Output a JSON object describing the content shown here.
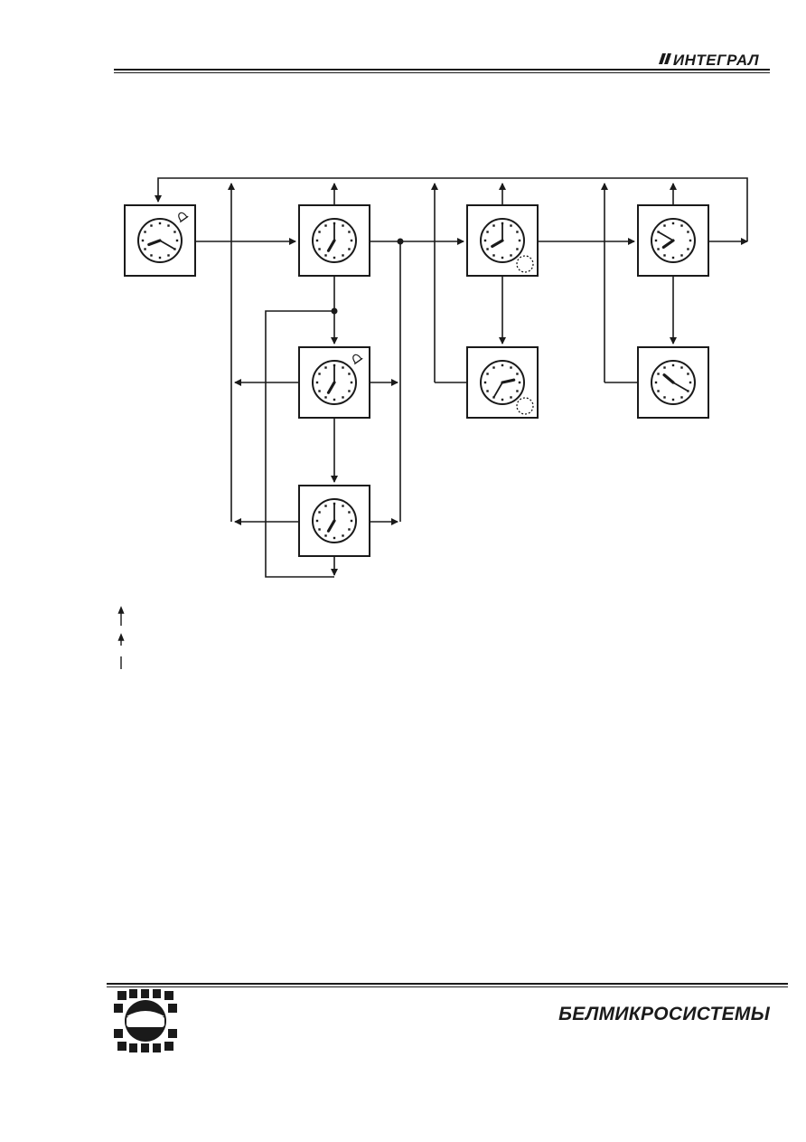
{
  "header": {
    "brand": "ИНТЕГРАЛ"
  },
  "footer": {
    "brand": "БЕЛМИКРОСИСТЕМЫ"
  },
  "colors": {
    "ink": "#1a1a1a",
    "background": "#ffffff"
  },
  "diagram": {
    "states": [
      {
        "id": "s1",
        "hour": 8,
        "minute": 20,
        "indicator": "bell-icon"
      },
      {
        "id": "s2",
        "hour": 7,
        "minute": 0,
        "indicator": ""
      },
      {
        "id": "s3",
        "hour": 8,
        "minute": 0,
        "indicator": "dotted-circle-icon"
      },
      {
        "id": "s4",
        "hour": 7,
        "minute": 50,
        "indicator": ""
      },
      {
        "id": "s5",
        "hour": 7,
        "minute": 0,
        "indicator": "bell-icon"
      },
      {
        "id": "s6",
        "hour": 2,
        "minute": 35,
        "indicator": "dotted-circle-icon"
      },
      {
        "id": "s7",
        "hour": 10,
        "minute": 20,
        "indicator": ""
      },
      {
        "id": "s8",
        "hour": 7,
        "minute": 0,
        "indicator": ""
      }
    ]
  },
  "logo_icon": "belmicrosystems-logo-icon"
}
